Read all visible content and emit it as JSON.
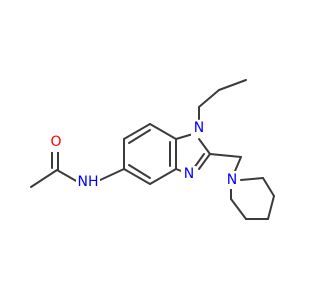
{
  "diagram": {
    "type": "chemical-structure",
    "atoms": {
      "O": {
        "label": "O",
        "color": "#ff0000"
      },
      "NH": {
        "label": "NH",
        "color": "#0000ff"
      },
      "N1": {
        "label": "N",
        "color": "#0000ff"
      },
      "N3": {
        "label": "N",
        "color": "#0000ff"
      },
      "Npip": {
        "label": "N",
        "color": "#0000ff"
      }
    }
  }
}
